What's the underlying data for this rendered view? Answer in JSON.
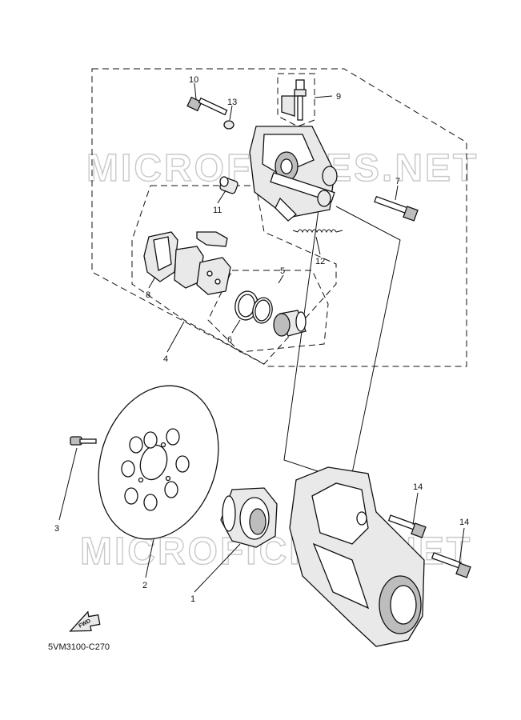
{
  "watermark": "MICROFICHES.NET",
  "drawing_code": "5VM3100-C270",
  "fwd_label": "FWD",
  "callouts": {
    "c1": "1",
    "c2": "2",
    "c3": "3",
    "c4": "4",
    "c5": "5",
    "c6": "6",
    "c7": "7",
    "c8": "8",
    "c9": "9",
    "c10": "10",
    "c11": "11",
    "c12": "12",
    "c13": "13",
    "c14a": "14",
    "c14b": "14"
  }
}
